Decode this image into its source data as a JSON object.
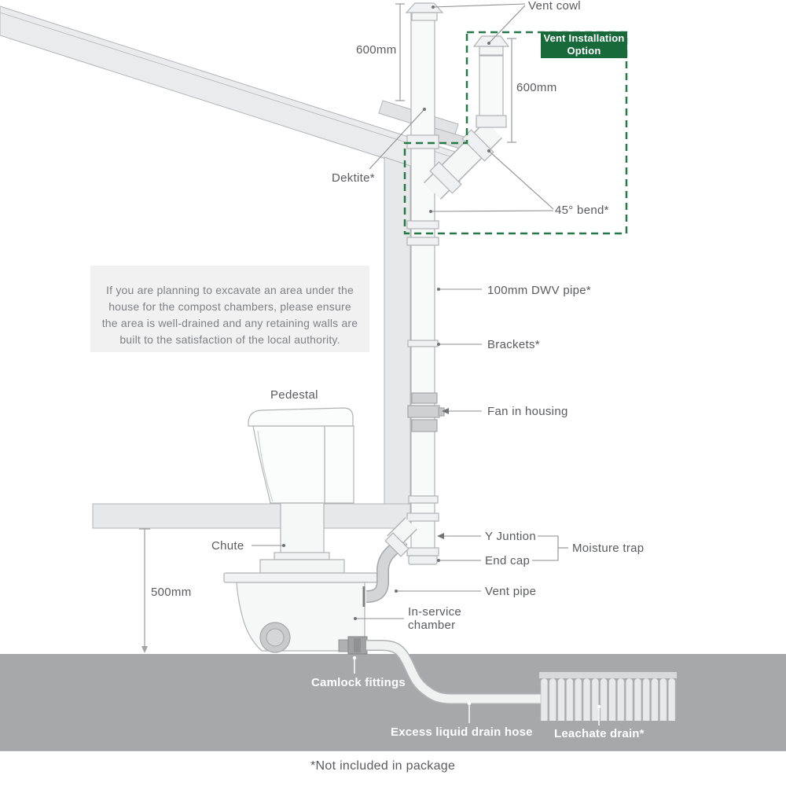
{
  "diagram": {
    "labels": {
      "vent_cowl": "Vent cowl",
      "dim_600_main": "600mm",
      "dim_600_option": "600mm",
      "dektite": "Dektite*",
      "bend_45": "45° bend*",
      "dwv_pipe": "100mm DWV pipe*",
      "brackets": "Brackets*",
      "fan_in_housing": "Fan in housing",
      "pedestal": "Pedestal",
      "y_junction": "Y Juntion",
      "end_cap": "End cap",
      "moisture_trap": "Moisture trap",
      "chute": "Chute",
      "dim_500": "500mm",
      "vent_pipe": "Vent pipe",
      "in_service_chamber": "In-service chamber",
      "camlock_fittings": "Camlock fittings",
      "excess_liquid_drain_hose": "Excess liquid drain hose",
      "leachate_drain": "Leachate drain*"
    },
    "badge": {
      "line1": "Vent Installation",
      "line2": "Option"
    },
    "note": "If you are planning to excavate an area under the house for the compost chambers, please ensure the area is well-drained and any retaining walls are built to the satisfaction of the local authority.",
    "footnote": "*Not included in package",
    "colors": {
      "badge_green": "#186a3b",
      "dashed_green": "#237a47",
      "ground_gray": "#a7a8aa",
      "structure_gray": "#e8e9ea",
      "pipe_fill": "#f8f9f9",
      "fitting_gray": "#ced0d2",
      "label_gray": "#5a5b5e",
      "note_bg": "#f1f1f2",
      "note_text": "#7e8083"
    }
  }
}
